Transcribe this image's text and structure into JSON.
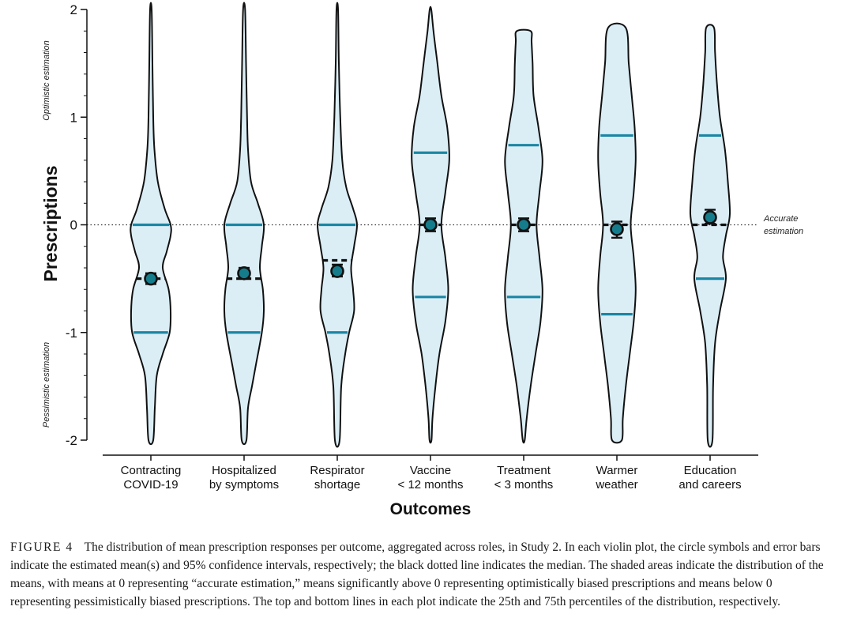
{
  "chart_data": {
    "type": "violin",
    "xlabel": "Outcomes",
    "ylabel": "Prescriptions",
    "ylim": [
      -2,
      2
    ],
    "yticks": [
      "-2",
      "-1",
      "0",
      "1",
      "2"
    ],
    "y_side_labels": {
      "top": "Optimistic estimation",
      "bottom": "Pessimistic estimation"
    },
    "reference_line": {
      "value": 0,
      "style": "dotted",
      "label_line1": "Accurate",
      "label_line2": "estimation"
    },
    "categories": [
      {
        "line1": "Contracting",
        "line2": "COVID-19"
      },
      {
        "line1": "Hospitalized",
        "line2": "by symptoms"
      },
      {
        "line1": "Respirator",
        "line2": "shortage"
      },
      {
        "line1": "Vaccine",
        "line2": "< 12 months"
      },
      {
        "line1": "Treatment",
        "line2": "< 3 months"
      },
      {
        "line1": "Warmer",
        "line2": "weather"
      },
      {
        "line1": "Education",
        "line2": "and careers"
      }
    ],
    "series": [
      {
        "mean": -0.5,
        "ci": [
          -0.55,
          -0.45
        ],
        "median": -0.5,
        "q1": -1.0,
        "q3": 0.0,
        "min": -2.0,
        "max": 2.0,
        "density": [
          [
            -2.0,
            0.12
          ],
          [
            -1.7,
            0.2
          ],
          [
            -1.4,
            0.3
          ],
          [
            -1.2,
            0.6
          ],
          [
            -1.0,
            0.95
          ],
          [
            -0.8,
            1.0
          ],
          [
            -0.6,
            0.9
          ],
          [
            -0.4,
            0.6
          ],
          [
            -0.25,
            0.8
          ],
          [
            -0.1,
            1.0
          ],
          [
            0.0,
            1.0
          ],
          [
            0.15,
            0.7
          ],
          [
            0.4,
            0.35
          ],
          [
            0.7,
            0.18
          ],
          [
            1.0,
            0.12
          ],
          [
            1.5,
            0.08
          ],
          [
            2.0,
            0.04
          ]
        ]
      },
      {
        "mean": -0.45,
        "ci": [
          -0.5,
          -0.4
        ],
        "median": -0.5,
        "q1": -1.0,
        "q3": 0.0,
        "min": -2.0,
        "max": 2.0,
        "density": [
          [
            -2.0,
            0.12
          ],
          [
            -1.7,
            0.2
          ],
          [
            -1.5,
            0.4
          ],
          [
            -1.3,
            0.6
          ],
          [
            -1.0,
            0.9
          ],
          [
            -0.8,
            1.0
          ],
          [
            -0.6,
            0.95
          ],
          [
            -0.4,
            0.8
          ],
          [
            -0.2,
            0.9
          ],
          [
            0.0,
            1.0
          ],
          [
            0.2,
            0.7
          ],
          [
            0.4,
            0.35
          ],
          [
            0.7,
            0.2
          ],
          [
            1.0,
            0.15
          ],
          [
            1.5,
            0.1
          ],
          [
            2.0,
            0.05
          ]
        ]
      },
      {
        "mean": -0.43,
        "ci": [
          -0.48,
          -0.37
        ],
        "median": -0.33,
        "q1": -1.0,
        "q3": 0.0,
        "min": -2.0,
        "max": 2.0,
        "density": [
          [
            -2.0,
            0.12
          ],
          [
            -1.5,
            0.2
          ],
          [
            -1.2,
            0.4
          ],
          [
            -1.0,
            0.6
          ],
          [
            -0.8,
            0.85
          ],
          [
            -0.6,
            0.8
          ],
          [
            -0.4,
            0.7
          ],
          [
            -0.2,
            0.85
          ],
          [
            0.0,
            1.0
          ],
          [
            0.15,
            0.8
          ],
          [
            0.35,
            0.45
          ],
          [
            0.6,
            0.25
          ],
          [
            1.0,
            0.15
          ],
          [
            1.5,
            0.08
          ],
          [
            2.0,
            0.04
          ]
        ]
      },
      {
        "mean": 0.0,
        "ci": [
          -0.06,
          0.06
        ],
        "median": 0.0,
        "q1": -0.67,
        "q3": 0.67,
        "min": -2.0,
        "max": 2.0,
        "density": [
          [
            -2.0,
            0.05
          ],
          [
            -1.8,
            0.1
          ],
          [
            -1.5,
            0.25
          ],
          [
            -1.2,
            0.45
          ],
          [
            -0.9,
            0.75
          ],
          [
            -0.6,
            0.9
          ],
          [
            -0.3,
            0.75
          ],
          [
            0.0,
            0.55
          ],
          [
            0.3,
            0.75
          ],
          [
            0.6,
            0.95
          ],
          [
            0.9,
            0.85
          ],
          [
            1.2,
            0.55
          ],
          [
            1.5,
            0.35
          ],
          [
            1.8,
            0.15
          ],
          [
            2.0,
            0.04
          ]
        ]
      },
      {
        "mean": 0.0,
        "ci": [
          -0.06,
          0.06
        ],
        "median": 0.0,
        "q1": -0.67,
        "q3": 0.74,
        "min": -2.0,
        "max": 1.8,
        "density": [
          [
            -2.0,
            0.05
          ],
          [
            -1.8,
            0.15
          ],
          [
            -1.5,
            0.35
          ],
          [
            -1.2,
            0.6
          ],
          [
            -0.9,
            0.85
          ],
          [
            -0.6,
            0.95
          ],
          [
            -0.3,
            0.8
          ],
          [
            0.0,
            0.65
          ],
          [
            0.3,
            0.8
          ],
          [
            0.6,
            0.95
          ],
          [
            0.9,
            0.75
          ],
          [
            1.2,
            0.5
          ],
          [
            1.5,
            0.45
          ],
          [
            1.7,
            0.4
          ],
          [
            1.8,
            0.35
          ]
        ]
      },
      {
        "mean": -0.04,
        "ci": [
          -0.12,
          0.03
        ],
        "median": 0.0,
        "q1": -0.83,
        "q3": 0.83,
        "min": -2.0,
        "max": 1.83,
        "density": [
          [
            -2.0,
            0.25
          ],
          [
            -1.8,
            0.3
          ],
          [
            -1.5,
            0.45
          ],
          [
            -1.2,
            0.65
          ],
          [
            -0.9,
            0.85
          ],
          [
            -0.6,
            0.95
          ],
          [
            -0.3,
            0.85
          ],
          [
            0.0,
            0.7
          ],
          [
            0.3,
            0.85
          ],
          [
            0.6,
            0.95
          ],
          [
            0.9,
            0.9
          ],
          [
            1.2,
            0.75
          ],
          [
            1.5,
            0.6
          ],
          [
            1.83,
            0.45
          ]
        ]
      },
      {
        "mean": 0.07,
        "ci": [
          0.01,
          0.14
        ],
        "median": 0.0,
        "q1": -0.5,
        "q3": 0.83,
        "min": -2.0,
        "max": 1.83,
        "density": [
          [
            -2.0,
            0.12
          ],
          [
            -1.5,
            0.15
          ],
          [
            -1.1,
            0.25
          ],
          [
            -0.8,
            0.5
          ],
          [
            -0.5,
            0.8
          ],
          [
            -0.3,
            0.65
          ],
          [
            -0.1,
            0.8
          ],
          [
            0.1,
            1.0
          ],
          [
            0.4,
            0.9
          ],
          [
            0.7,
            0.75
          ],
          [
            1.0,
            0.5
          ],
          [
            1.3,
            0.35
          ],
          [
            1.6,
            0.25
          ],
          [
            1.83,
            0.2
          ]
        ]
      }
    ]
  },
  "caption": {
    "label": "FIGURE 4",
    "text": "The distribution of mean prescription responses per outcome, aggregated across roles, in Study 2. In each violin plot, the circle symbols and error bars indicate the estimated mean(s) and 95% confidence intervals, respectively; the black dotted line indicates the median. The shaded areas indicate the distribution of the means, with means at 0 representing “accurate estimation,” means significantly above 0 representing optimistically biased prescriptions and means below 0 representing pessimistically biased prescriptions. The top and bottom lines in each plot indicate the 25th and 75th percentiles of the distribution, respectively."
  },
  "colors": {
    "violin_fill": "#dbeef6",
    "quartile_line": "#1b86a3",
    "mean_marker": "#157c8c",
    "axis": "#111111"
  }
}
